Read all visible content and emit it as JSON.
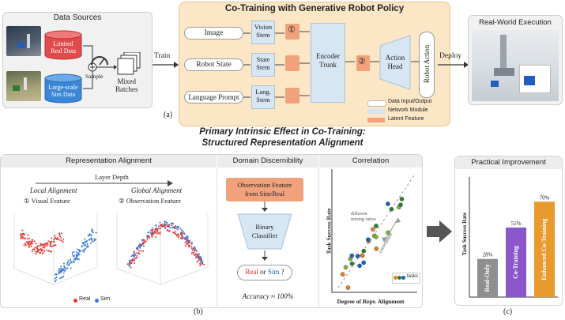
{
  "data_sources": {
    "title": "Data Sources",
    "real_label": "Limited\nReal Data",
    "sim_label": "Large-scale\nSim Data",
    "sample_label": "Sample",
    "mixed_label": "Mixed\nBatches",
    "train_label": "Train"
  },
  "cotraining": {
    "title": "Co-Training with Generative Robot Policy",
    "inputs": [
      "Image",
      "Robot State",
      "Language Prompt"
    ],
    "stems": [
      "Vision\nStem",
      "State\nStem",
      "Lang.\nStem"
    ],
    "marker_1": "①",
    "marker_2": "②",
    "encoder": "Encoder\nTrunk",
    "action_head": "Action\nHead",
    "robot_action": "Robot Action",
    "legend": [
      "Data Input/Output",
      "Network Module",
      "Latent Feature"
    ],
    "panel_tag": "(a)",
    "deploy_label": "Deploy"
  },
  "real_world": {
    "title": "Real-World Execution"
  },
  "subtitle": {
    "line1": "Primary Intrinsic Effect in Co-Training:",
    "line2": "Structured Representation Alignment"
  },
  "alignment": {
    "title": "Representation Alignment",
    "layer_depth": "Layer Depth",
    "local": "Local Alignment",
    "global": "Global Alignment",
    "visual": "① Visual Feature",
    "obs": "② Observation Feature",
    "legend_real": "Real",
    "legend_sim": "Sim"
  },
  "discern": {
    "title": "Domain Discernibility",
    "feature_box": "Observation Feature\nfrom Sim/Real",
    "classifier": "Binary\nClassifier",
    "real": "Real",
    "or": " or ",
    "sim": "Sim",
    "q": " ?",
    "accuracy": "Accuracy ≈ 100%"
  },
  "correlation": {
    "title": "Correlation",
    "ylabel": "Task Success Rate",
    "xlabel": "Degree of Repr. Alignment",
    "annotation": "different\nmixing ratios",
    "trend": "correlation",
    "legend": "tasks",
    "colors": [
      "#e67e22",
      "#2e7d32",
      "#1565c0",
      "#7cb342"
    ]
  },
  "panel_b_tag": "(b)",
  "practical": {
    "title": "Practical Improvement",
    "ylabel": "Task Success Rate",
    "panel_tag": "(c)",
    "bars": [
      {
        "name": "Real-Only",
        "value": 28,
        "label": "28%",
        "color": "#8f8f8f"
      },
      {
        "name": "Co-Training",
        "value": 51,
        "label": "51%",
        "color": "#8a56c9"
      },
      {
        "name": "Enhanced Co-Training",
        "value": 70,
        "label": "70%",
        "color": "#e89a2c"
      }
    ]
  }
}
